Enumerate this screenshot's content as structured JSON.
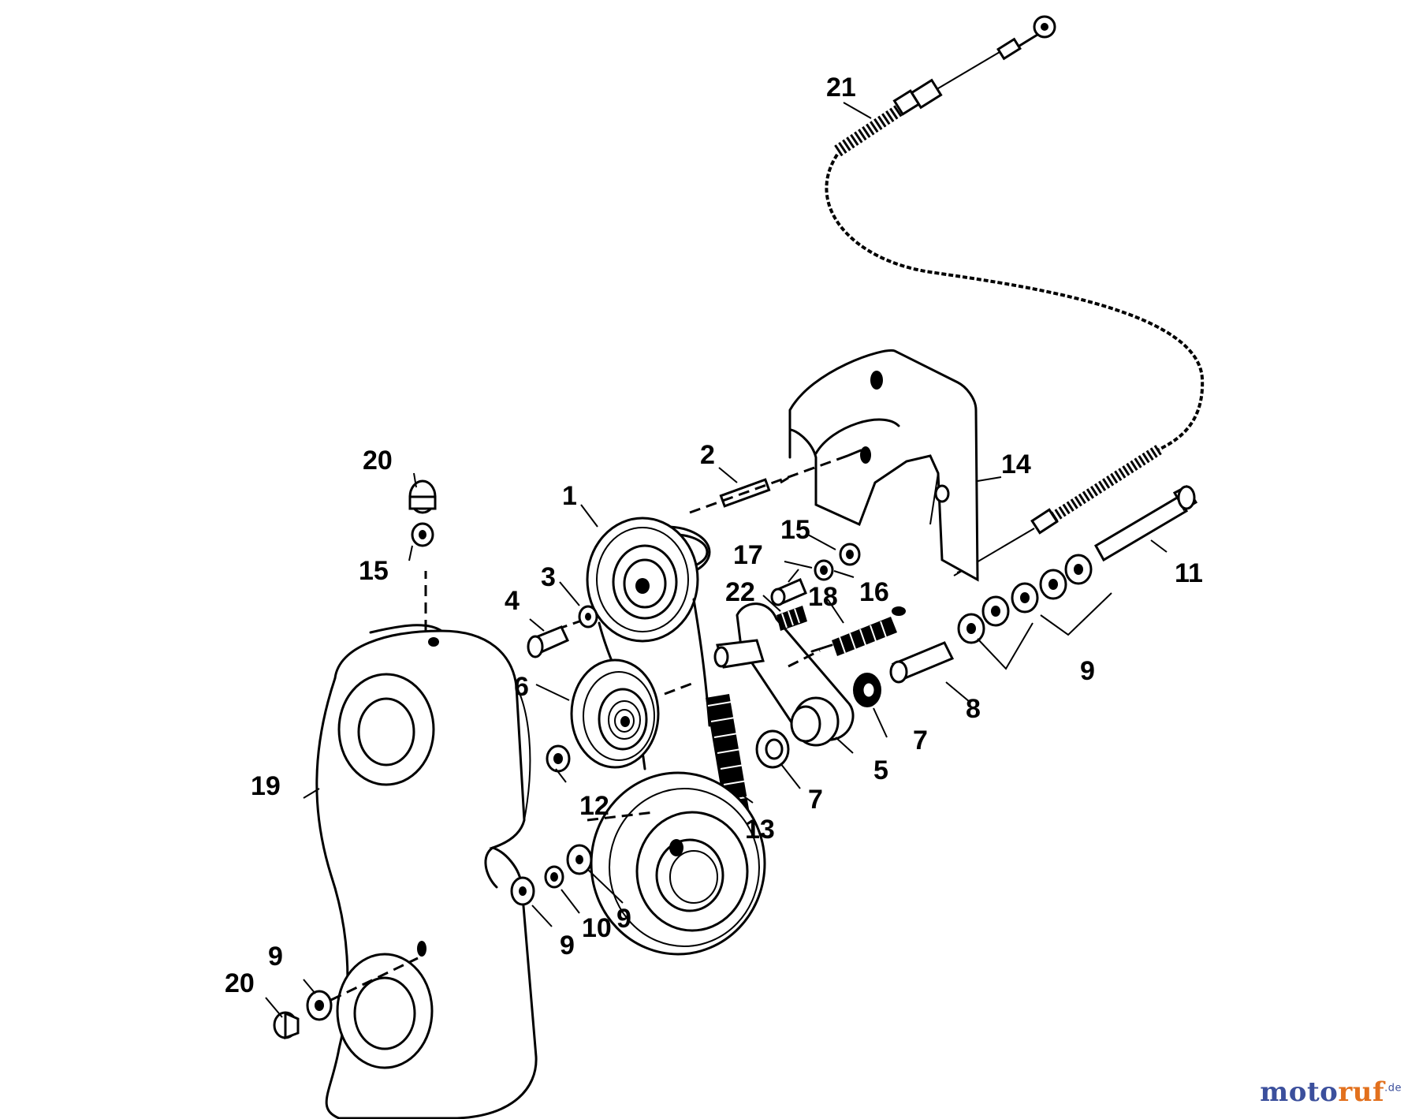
{
  "diagram": {
    "callouts": [
      {
        "id": "c1",
        "text": "1"
      },
      {
        "id": "c2",
        "text": "2"
      },
      {
        "id": "c3",
        "text": "3"
      },
      {
        "id": "c4",
        "text": "4"
      },
      {
        "id": "c5",
        "text": "5"
      },
      {
        "id": "c6",
        "text": "6"
      },
      {
        "id": "c7a",
        "text": "7"
      },
      {
        "id": "c7b",
        "text": "7"
      },
      {
        "id": "c8",
        "text": "8"
      },
      {
        "id": "c9a",
        "text": "9"
      },
      {
        "id": "c9b",
        "text": "9"
      },
      {
        "id": "c9c",
        "text": "9"
      },
      {
        "id": "c9d",
        "text": "9"
      },
      {
        "id": "c10",
        "text": "10"
      },
      {
        "id": "c11",
        "text": "11"
      },
      {
        "id": "c12",
        "text": "12"
      },
      {
        "id": "c13",
        "text": "13"
      },
      {
        "id": "c14",
        "text": "14"
      },
      {
        "id": "c15a",
        "text": "15"
      },
      {
        "id": "c15b",
        "text": "15"
      },
      {
        "id": "c16",
        "text": "16"
      },
      {
        "id": "c17",
        "text": "17"
      },
      {
        "id": "c18",
        "text": "18"
      },
      {
        "id": "c19",
        "text": "19"
      },
      {
        "id": "c20a",
        "text": "20"
      },
      {
        "id": "c20b",
        "text": "20"
      },
      {
        "id": "c21",
        "text": "21"
      },
      {
        "id": "c22",
        "text": "22"
      }
    ]
  },
  "watermark": {
    "part_a": "moto",
    "part_b": "ruf",
    "suffix": ".de"
  }
}
